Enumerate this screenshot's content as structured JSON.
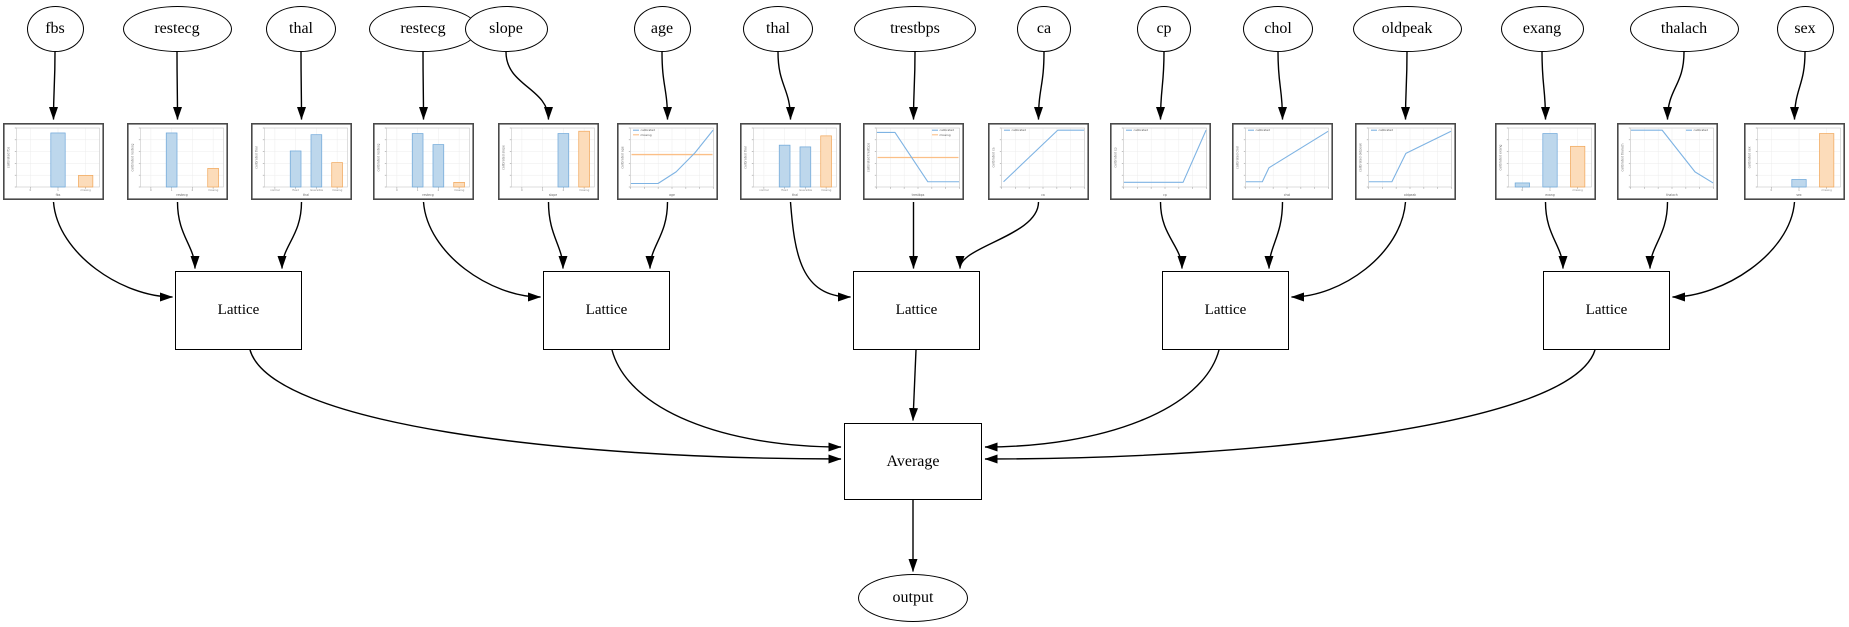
{
  "diagram": {
    "nodes": {
      "lattice_label": "Lattice",
      "average_label": "Average",
      "output_label": "output"
    },
    "legend_labels": {
      "calibrated": "calibrated",
      "missing": "missing"
    },
    "colors": {
      "bar_blue_fill": "#bdd7ec",
      "bar_blue_edge": "#6ca6d8",
      "bar_orange_fill": "#fcdcba",
      "bar_orange_edge": "#f0a558",
      "line_blue": "#7eb3e3",
      "line_orange": "#fbbf87",
      "edge_black": "#000000",
      "chart_frame": "#4a4a4a",
      "grid": "#ececec",
      "spine": "#c8c8c8",
      "tick": "#999999",
      "tick_text": "#888888",
      "axis_text": "#666666"
    },
    "features": [
      {
        "name": "fbs",
        "ylabel": "calibrated fbs",
        "xlabel": "fbs",
        "lattice": 0,
        "chart": {
          "type": "bar",
          "categories": [
            "0",
            "1",
            "missing"
          ],
          "values": [
            0,
            0.93,
            0.2
          ]
        }
      },
      {
        "name": "restecg",
        "ylabel": "calibrated restecg",
        "xlabel": "restecg",
        "lattice": 0,
        "chart": {
          "type": "bar",
          "categories": [
            "0",
            "1",
            "2",
            "missing"
          ],
          "values": [
            0,
            0.93,
            0,
            0.32
          ]
        }
      },
      {
        "name": "thal",
        "ylabel": "calibrated thal",
        "xlabel": "thal",
        "lattice": 0,
        "chart": {
          "type": "bar",
          "categories": [
            "normal",
            "fixed",
            "reversible",
            "missing"
          ],
          "values": [
            0,
            0.62,
            0.9,
            0.42
          ]
        }
      },
      {
        "name": "restecg",
        "ylabel": "calibrated restecg",
        "xlabel": "restecg",
        "lattice": 1,
        "chart": {
          "type": "bar",
          "categories": [
            "0",
            "1",
            "2",
            "missing"
          ],
          "values": [
            0,
            0.92,
            0.73,
            0.08
          ]
        }
      },
      {
        "name": "slope",
        "ylabel": "calibrated slope",
        "xlabel": "slope",
        "lattice": 1,
        "chart": {
          "type": "bar",
          "categories": [
            "0",
            "1",
            "2",
            "missing"
          ],
          "values": [
            0,
            0,
            0.92,
            0.96
          ]
        }
      },
      {
        "name": "age",
        "ylabel": "calibrated age",
        "xlabel": "age",
        "lattice": 1,
        "chart": {
          "type": "line",
          "legend_position": "left",
          "missing_value": 0.55,
          "calibrated_points": [
            [
              0,
              0.05
            ],
            [
              0.33,
              0.05
            ],
            [
              0.55,
              0.25
            ],
            [
              0.78,
              0.58
            ],
            [
              1,
              0.97
            ]
          ]
        }
      },
      {
        "name": "thal",
        "ylabel": "calibrated thal",
        "xlabel": "thal",
        "lattice": 2,
        "chart": {
          "type": "bar",
          "categories": [
            "normal",
            "fixed",
            "reversible",
            "missing"
          ],
          "values": [
            0,
            0.72,
            0.69,
            0.88
          ]
        }
      },
      {
        "name": "trestbps",
        "ylabel": "calibrated trestbps",
        "xlabel": "trestbps",
        "lattice": 2,
        "chart": {
          "type": "line",
          "legend_position": "right",
          "missing_value": 0.5,
          "calibrated_points": [
            [
              0,
              0.93
            ],
            [
              0.22,
              0.93
            ],
            [
              0.62,
              0.08
            ],
            [
              1,
              0.08
            ]
          ]
        }
      },
      {
        "name": "ca",
        "ylabel": "calibrated ca",
        "xlabel": "ca",
        "lattice": 2,
        "chart": {
          "type": "line",
          "legend_position": "left",
          "missing_value": null,
          "calibrated_points": [
            [
              0.02,
              0.08
            ],
            [
              0.68,
              0.97
            ],
            [
              1,
              0.97
            ]
          ]
        }
      },
      {
        "name": "cp",
        "ylabel": "calibrated cp",
        "xlabel": "cp",
        "lattice": 3,
        "chart": {
          "type": "line",
          "legend_position": "left",
          "missing_value": null,
          "calibrated_points": [
            [
              0,
              0.07
            ],
            [
              0.72,
              0.07
            ],
            [
              1,
              0.97
            ]
          ]
        }
      },
      {
        "name": "chol",
        "ylabel": "calibrated chol",
        "xlabel": "chol",
        "lattice": 3,
        "chart": {
          "type": "line",
          "legend_position": "left",
          "missing_value": null,
          "calibrated_points": [
            [
              0,
              0.08
            ],
            [
              0.2,
              0.08
            ],
            [
              0.28,
              0.32
            ],
            [
              1,
              0.95
            ]
          ]
        }
      },
      {
        "name": "oldpeak",
        "ylabel": "calibrated oldpeak",
        "xlabel": "oldpeak",
        "lattice": 3,
        "chart": {
          "type": "line",
          "legend_position": "left",
          "missing_value": null,
          "calibrated_points": [
            [
              0,
              0.08
            ],
            [
              0.28,
              0.08
            ],
            [
              0.45,
              0.57
            ],
            [
              1,
              0.95
            ]
          ]
        }
      },
      {
        "name": "exang",
        "ylabel": "calibrated exang",
        "xlabel": "exang",
        "lattice": 4,
        "chart": {
          "type": "bar",
          "categories": [
            "0",
            "1",
            "missing"
          ],
          "values": [
            0.07,
            0.92,
            0.7
          ]
        }
      },
      {
        "name": "thalach",
        "ylabel": "calibrated thalach",
        "xlabel": "thalach",
        "lattice": 4,
        "chart": {
          "type": "line",
          "legend_position": "right",
          "missing_value": null,
          "calibrated_points": [
            [
              0,
              0.97
            ],
            [
              0.38,
              0.97
            ],
            [
              0.78,
              0.25
            ],
            [
              1,
              0.06
            ]
          ]
        }
      },
      {
        "name": "sex",
        "ylabel": "calibrated sex",
        "xlabel": "sex",
        "lattice": 4,
        "chart": {
          "type": "bar",
          "categories": [
            "0",
            "1",
            "missing"
          ],
          "values": [
            0,
            0.13,
            0.92
          ]
        }
      }
    ]
  }
}
